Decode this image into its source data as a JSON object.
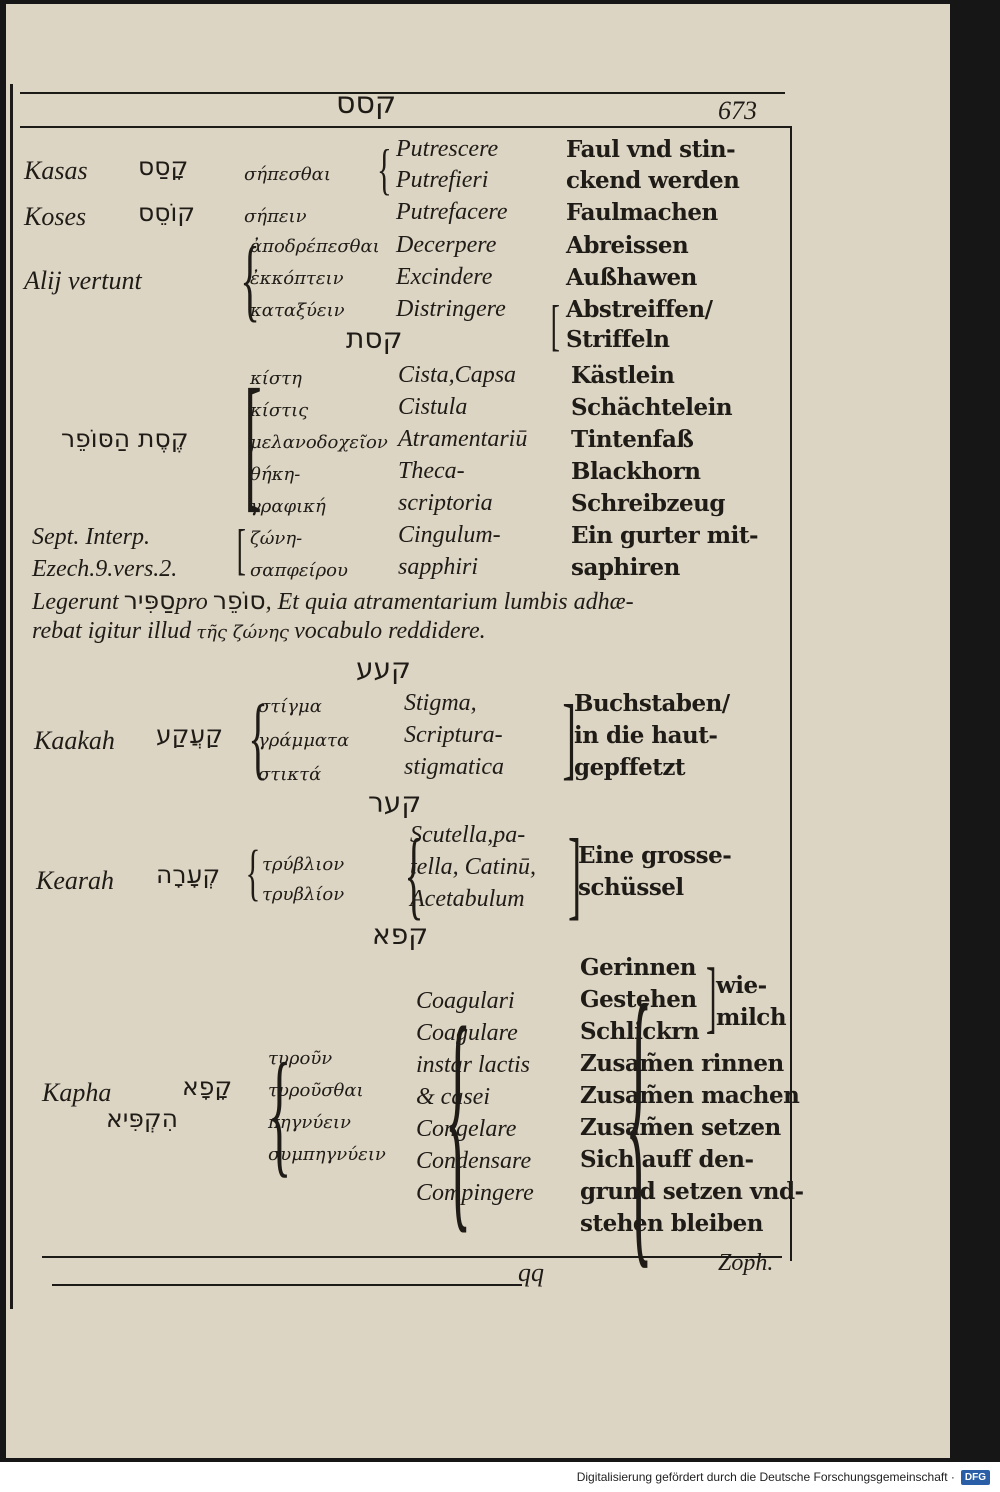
{
  "header": {
    "hebrew_title": "קסס",
    "page_number": "673"
  },
  "entries": {
    "kasas": {
      "name": "Kasas",
      "hebrew": "קָסַס",
      "greek": "σήπεσθαι",
      "latin": [
        "Putrescere",
        "Putrefieri"
      ],
      "german": [
        "Faul vnd stin-",
        "ckend werden"
      ]
    },
    "koses": {
      "name": "Koses",
      "hebrew": "קוֹסֵס",
      "greek": "σήπειν",
      "latin": "Putrefacere",
      "german": "Faulmachen"
    },
    "alij": {
      "name": "Alij vertunt",
      "greek": [
        "ἀποδρέπεσθαι",
        "ἐκκόπτειν",
        "καταξύειν"
      ],
      "latin": [
        "Decerpere",
        "Excindere",
        "Distringere"
      ],
      "german": [
        "Abreissen",
        "Außhawen",
        "Abstreiffen/",
        "Striffeln"
      ]
    },
    "keset_heading": "קסת",
    "keset": {
      "hebrew": "קֶסֶת הַסּוֹפֵר",
      "greek": [
        "κίστη",
        "κίστις",
        "μελανοδοχεῖον",
        "θήκη-",
        "γραφική"
      ],
      "latin": [
        "Cista,Capsa",
        "Cistula",
        "Atramentariū",
        "Theca-",
        "scriptoria"
      ],
      "german": [
        "Kästlein",
        "Schächtelein",
        "Tintenfaß",
        "Blackhorn",
        "Schreibzeug"
      ]
    },
    "sept": {
      "label1": "Sept. Interp.",
      "label2": "Ezech.9.vers.2.",
      "greek": [
        "ζώνη-",
        "σαπφείρου"
      ],
      "latin": [
        "Cingulum-",
        "sapphiri"
      ],
      "german": [
        "Ein gurter mit-",
        "saphiren"
      ]
    },
    "legerunt": {
      "w1": "Legerunt",
      "h1": "סַפִּיר",
      "w2": "pro",
      "h2": "סוֹפֵר",
      "w3": ", Et quia atramentarium lumbis adhæ-",
      "line2a": "rebat igitur illud",
      "greek": "τῆς ζώνης",
      "line2b": "vocabulo reddidere."
    },
    "kaakah_heading": "קעע",
    "kaakah": {
      "name": "Kaakah",
      "hebrew": "קַעֲקַע",
      "greek": [
        "στίγμα",
        "γράμματα",
        "στικτά"
      ],
      "latin": [
        "Stigma,",
        "Scriptura-",
        "stigmatica"
      ],
      "german": [
        "Buchstaben/",
        "in die haut-",
        "gepffetzt"
      ]
    },
    "kearah_heading": "קער",
    "kearah": {
      "name": "Kearah",
      "hebrew": "קְעָרָה",
      "greek": [
        "τρύβλιον",
        "τρυβλίον"
      ],
      "latin": [
        "Scutella,pa-",
        "tella, Catinū,",
        "Acetabulum"
      ],
      "german": [
        "Eine grosse-",
        "schüssel"
      ]
    },
    "kapha_heading": "קפא",
    "kapha": {
      "name": "Kapha",
      "hebrew1": "קָפָא",
      "hebrew2": "הִקְפִּיא",
      "greek": [
        "τυροῦν",
        "τυροῦσθαι",
        "πηγνύειν",
        "συμπηγνύειν"
      ],
      "latin": [
        "Coagulari",
        "Coagulare",
        "instar lactis",
        "& casei",
        "Congelare",
        "Condensare",
        "Compingere"
      ],
      "german": [
        "Gerinnen",
        "Gestehen",
        "Schlickrn",
        "Zusam̃en rinnen",
        "Zusam̃en machen",
        "Zusam̃en setzen",
        "Sich auff den-",
        "grund setzen vnd-",
        "stehen bleiben"
      ],
      "german_side": [
        "wie-",
        "milch"
      ]
    }
  },
  "footer_marks": {
    "signature": "qq",
    "catchword": "Zoph."
  },
  "credit": {
    "text": "Digitalisierung gefördert durch die Deutsche Forschungsgemeinschaft ·",
    "logo": "DFG"
  }
}
